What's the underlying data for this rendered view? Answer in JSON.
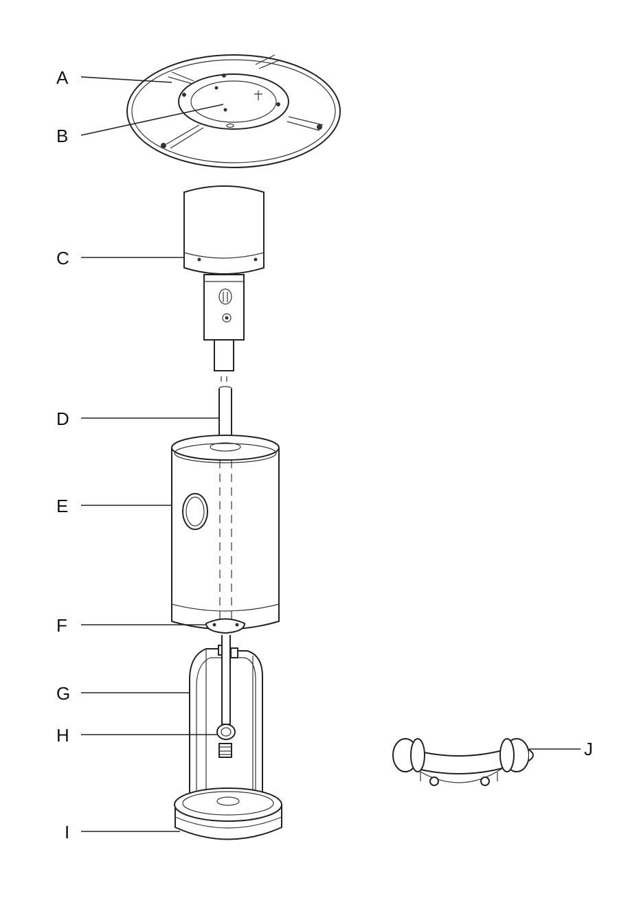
{
  "labels": {
    "a": "A",
    "b": "B",
    "c": "C",
    "d": "D",
    "e": "E",
    "f": "F",
    "g": "G",
    "h": "H",
    "i": "I",
    "j": "J"
  },
  "colors": {
    "ink": "#222222",
    "background": "#ffffff"
  }
}
